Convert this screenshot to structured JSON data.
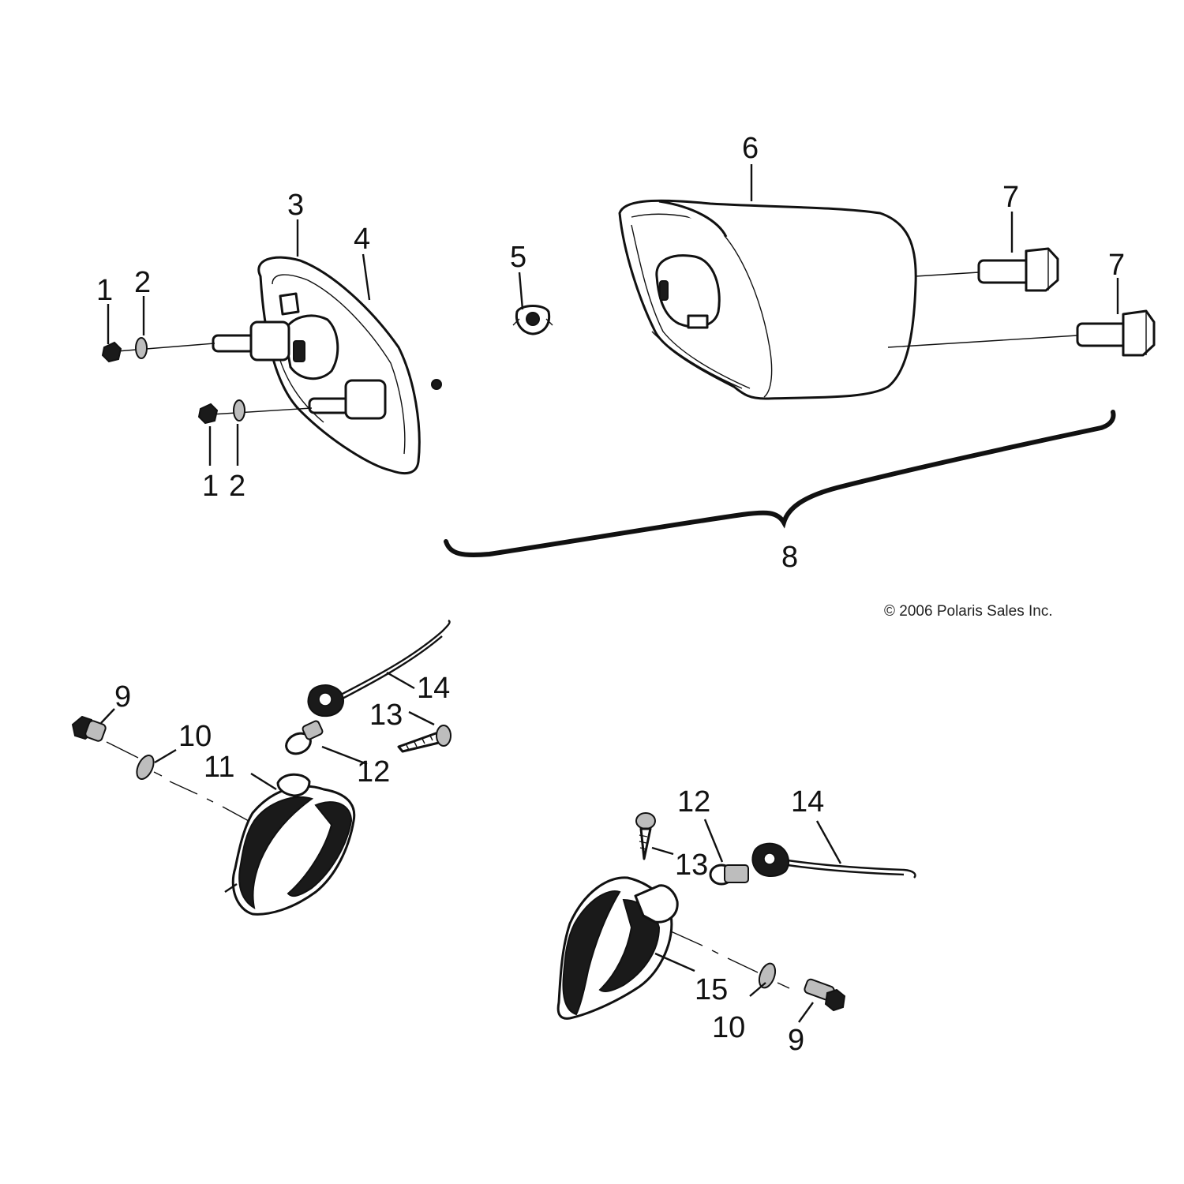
{
  "diagram": {
    "copyright": "© 2006 Polaris Sales Inc.",
    "callouts": {
      "c1a": "1",
      "c2a": "2",
      "c3": "3",
      "c4": "4",
      "c5": "5",
      "c6": "6",
      "c7a": "7",
      "c7b": "7",
      "c8": "8",
      "c1b": "1",
      "c2b": "2",
      "c9a": "9",
      "c10a": "10",
      "c11": "11",
      "c12a": "12",
      "c13a": "13",
      "c14a": "14",
      "c12b": "12",
      "c14b": "14",
      "c13b": "13",
      "c15": "15",
      "c10b": "10",
      "c9b": "9"
    }
  }
}
